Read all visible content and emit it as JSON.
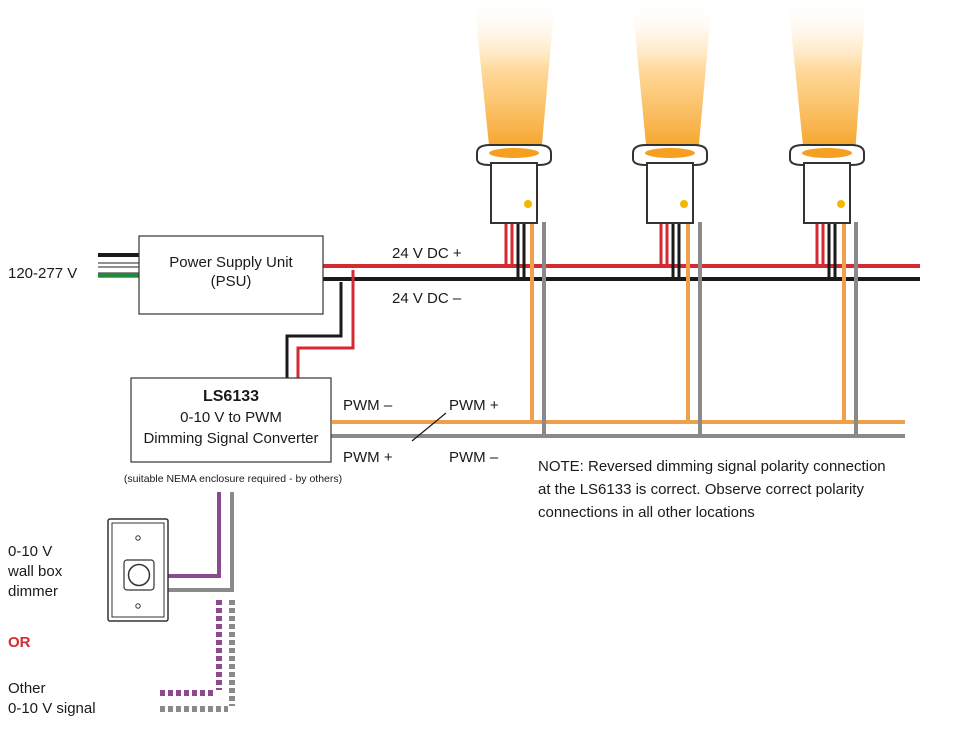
{
  "colors": {
    "red": "#d42a32",
    "black": "#1a1a1a",
    "orange": "#f0a04a",
    "gray": "#8a8a8a",
    "purple": "#8a4a8c",
    "green": "#1f8a3a",
    "accent_red": "#d42a32"
  },
  "input": {
    "voltage": "120-277 V"
  },
  "psu": {
    "line1": "Power Supply Unit",
    "line2": "(PSU)"
  },
  "dc": {
    "positive": "24 V DC +",
    "negative": "24 V DC –"
  },
  "converter": {
    "model": "LS6133",
    "line1": "0-10 V to PWM",
    "line2": "Dimming Signal Converter",
    "note": "(suitable NEMA enclosure required - by others)"
  },
  "pwm": {
    "out_minus": "PWM –",
    "out_plus": "PWM +",
    "bus_plus": "PWM +",
    "bus_minus": "PWM –"
  },
  "note": {
    "line1": "NOTE: Reversed dimming signal polarity connection",
    "line2": "at the LS6133 is correct. Observe correct polarity",
    "line3": "connections in all other locations"
  },
  "dimmer": {
    "line1": "0-10 V",
    "line2": "wall box",
    "line3": "dimmer"
  },
  "or_label": "OR",
  "other": {
    "line1": "Other",
    "line2": "0-10 V signal"
  },
  "fixtures": {
    "count": 3,
    "icon": "recessed-downlight-icon"
  }
}
